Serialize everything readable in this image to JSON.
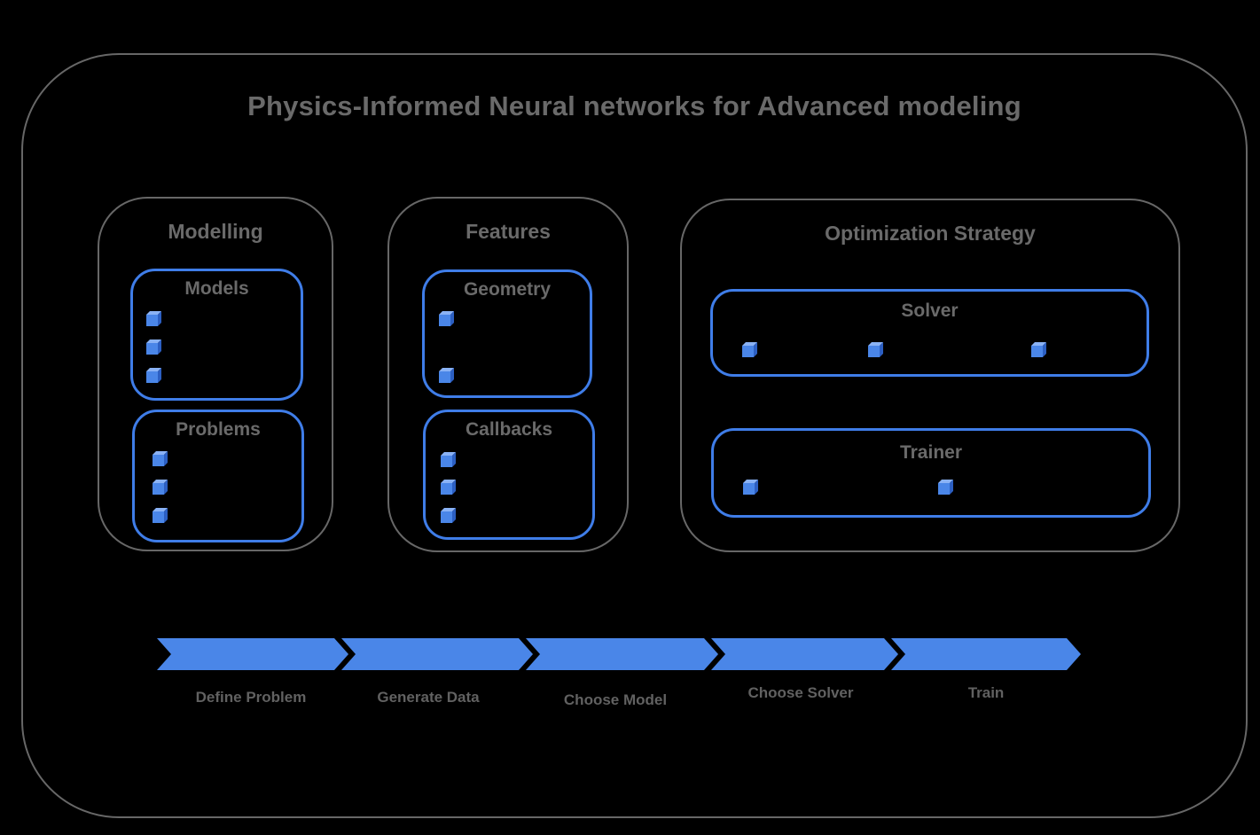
{
  "title": "Physics-Informed Neural networks for Advanced modeling",
  "sections": {
    "modelling": {
      "label": "Modelling",
      "boxes": {
        "models": {
          "label": "Models",
          "bullet_count": 3
        },
        "problems": {
          "label": "Problems",
          "bullet_count": 3
        }
      }
    },
    "features": {
      "label": "Features",
      "boxes": {
        "geometry": {
          "label": "Geometry",
          "bullet_count": 2
        },
        "callbacks": {
          "label": "Callbacks",
          "bullet_count": 3
        }
      }
    },
    "optimization": {
      "label": "Optimization Strategy",
      "boxes": {
        "solver": {
          "label": "Solver",
          "bullet_count": 3
        },
        "trainer": {
          "label": "Trainer",
          "bullet_count": 2
        }
      }
    }
  },
  "pipeline": {
    "steps": [
      {
        "label": "Define Problem"
      },
      {
        "label": "Generate Data"
      },
      {
        "label": "Choose Model"
      },
      {
        "label": "Choose Solver"
      },
      {
        "label": "Train"
      }
    ]
  },
  "colors": {
    "accent_blue": "#4a86e8",
    "border_blue": "#3f7de8",
    "outline_gray": "#676767",
    "text_gray": "#6a6a6a"
  }
}
